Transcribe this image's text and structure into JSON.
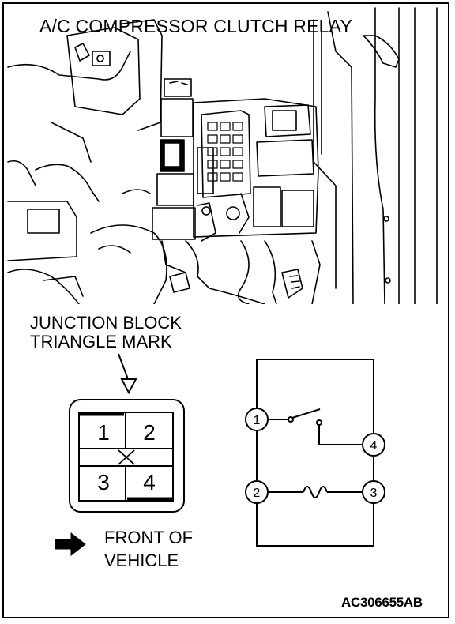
{
  "callouts": {
    "relay_title": "A/C COMPRESSOR CLUTCH RELAY",
    "junction_block_line1": "JUNCTION BLOCK",
    "junction_block_line2": "TRIANGLE MARK",
    "front_line1": "FRONT OF",
    "front_line2": "VEHICLE"
  },
  "relay_socket": {
    "terminals": [
      {
        "number": "1"
      },
      {
        "number": "2"
      },
      {
        "number": "3"
      },
      {
        "number": "4"
      }
    ],
    "center_mark": "X"
  },
  "circuit": {
    "terminals": [
      {
        "number": "1"
      },
      {
        "number": "4"
      },
      {
        "number": "2"
      },
      {
        "number": "3"
      }
    ]
  },
  "figure_code": "AC306655AB",
  "icons": {
    "direction": "arrow-right-icon",
    "marker": "triangle-down-icon"
  },
  "colors": {
    "line": "#000000",
    "background": "#ffffff"
  }
}
